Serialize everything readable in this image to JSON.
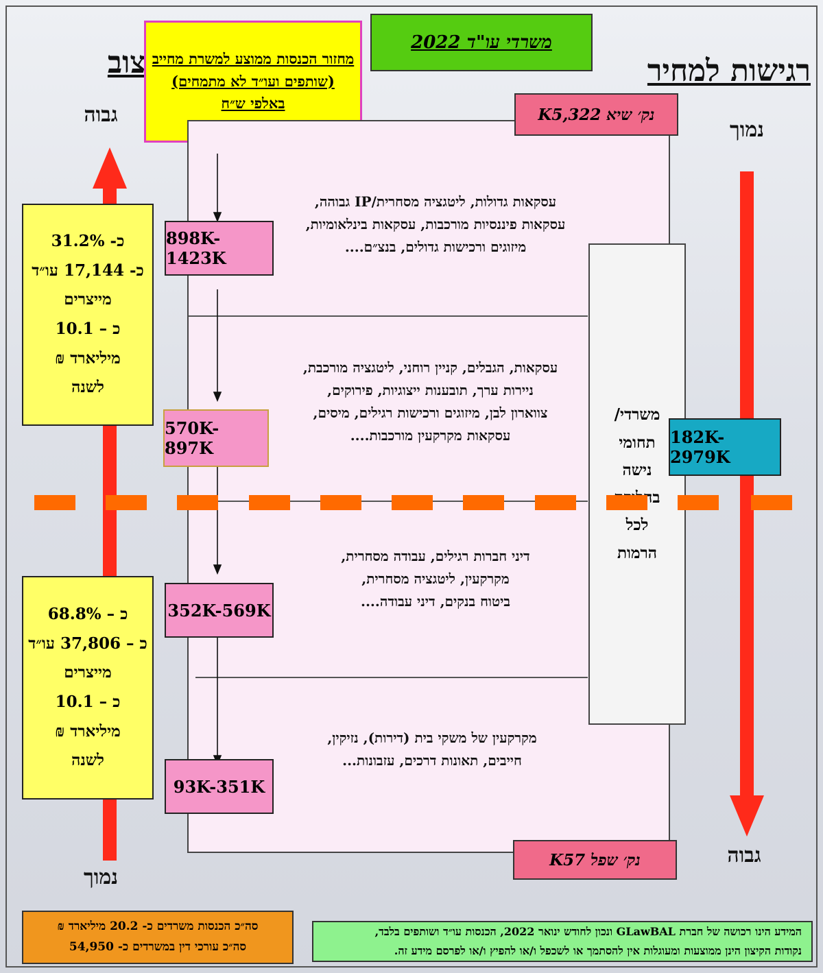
{
  "titles": {
    "left": "מיצוב",
    "right": "רגישות למחיר"
  },
  "left_axis": {
    "top": "גבוה",
    "bottom": "נמוך"
  },
  "right_axis": {
    "top": "נמוך",
    "bottom": "גבוה"
  },
  "header_green": "משרדי עו\"ד 2022",
  "header_yellow": [
    "מחזור הכנסות ממוצע למשרת מחייב",
    "(שותפים ועו״ד לא מתמחים)",
    "באלפי ש״ח"
  ],
  "peak_point": "נק׳ שיא K5,322",
  "low_point": "נק׳ שפל K57",
  "colors": {
    "arrow": "#ff2a1a",
    "dashed_line": "#ff6a00",
    "range_box": "#f596c8",
    "legal_range_box": "#17a9c4",
    "stats_box": "#ffff66"
  },
  "tiers": [
    {
      "range": "898K-1423K",
      "lines": [
        "עסקאות גדולות, ליטגציה מסחרית/IP גבוהה,",
        "עסקאות פיננסיות מורכבות, עסקאות בינלאומיות,",
        "מיזוגים ורכישות גדולים, בנצ״ם...."
      ]
    },
    {
      "range": "570K-897K",
      "lines": [
        "עסקאות, הגבלים, קניין רוחני, ליטגציה מורכבת,",
        "ניירות ערך, תובענות ייצוגיות, פירוקים,",
        "צווארון לבן, מיזוגים ורכישות רגילים, מיסים,",
        "עסקאות מקרקעין מורכבות...."
      ]
    },
    {
      "range": "352K-569K",
      "lines": [
        "דיני חברות רגילים, עבודה מסחרית,",
        "מקרקעין, ליטגציה מסחרית,",
        "ביטוח בנקים, דיני עבודה...."
      ]
    },
    {
      "range": "93K-351K",
      "lines": [
        "מקרקעין של משקי בית (דירות), נזיקין,",
        "חייבים, תאונות דרכים, עזבונות..."
      ]
    }
  ],
  "legal_fields_box": {
    "lines": [
      "משרדי/",
      "תחומי",
      "נישה",
      "בחלוקה",
      "לכל",
      "הרמות"
    ],
    "range": "182K-2979K"
  },
  "stats_upper": [
    "כ- 31.2%",
    "כ- 17,144 עו״ד",
    "מייצרים",
    "כ – 10.1",
    "מיליארד ₪",
    "לשנה"
  ],
  "stats_lower": [
    "כ – 68.8%",
    "כ – 37,806 עו״ד",
    "מייצרים",
    "כ – 10.1",
    "מיליארד ₪",
    "לשנה"
  ],
  "totals": [
    "סה״כ הכנסות משרדים כ- 20.2 מיליארד ₪",
    "סה״כ עורכי דין במשרדים כ- 54,950"
  ],
  "note": [
    "המידע הינו רכושה של חברת GLawBAL ונכון לחודש ינואר 2022, הכנסות עו״ד ושותפים בלבד,",
    "נקודות הקיצון הינן ממוצעות ומעוגלות אין להסתמך או לשכפל ו/או להפיץ ו/או לפרסם מידע זה."
  ]
}
